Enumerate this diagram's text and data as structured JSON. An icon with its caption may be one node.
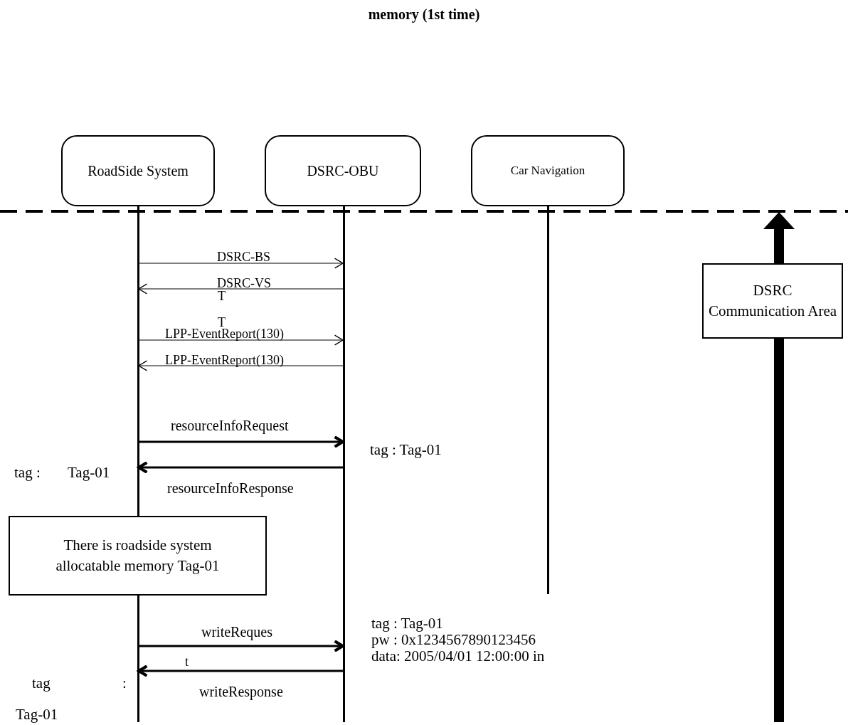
{
  "diagram": {
    "title": "memory (1st time)",
    "nodes": [
      {
        "text": [
          "RoadSide System"
        ]
      },
      {
        "text": [
          "DSRC-OBU"
        ]
      },
      {
        "text": [
          "Car Navigation"
        ]
      },
      {
        "text": [
          "There is roadside system allocatable memory Tag-01"
        ]
      },
      {
        "text": [
          "DSRC Communication Area"
        ]
      }
    ],
    "edges": [
      {
        "from": 0,
        "to": 1,
        "arrow": "to",
        "label": "DSRC-BS"
      },
      {
        "from": 1,
        "to": 0,
        "arrow": "to",
        "label": "DSRC-VS"
      },
      {
        "from": 0,
        "to": 1,
        "arrow": "to",
        "label": "LPP-EventReport(130)"
      },
      {
        "from": 1,
        "to": 0,
        "arrow": "to",
        "label": "LPP-EventReport(130)"
      },
      {
        "from": 0,
        "to": 1,
        "arrow": "to",
        "label": "resourceInfoRequest",
        "style": "thick"
      },
      {
        "from": 1,
        "to": 0,
        "arrow": "to",
        "label": "resourceInfoResponse",
        "style": "thick"
      },
      {
        "from": 0,
        "to": 1,
        "arrow": "to",
        "label": "writeReques",
        "style": "thick"
      },
      {
        "from": 1,
        "to": 0,
        "arrow": "to",
        "label": "writeResponse",
        "style": "thick"
      }
    ],
    "labels": [
      "T",
      "T",
      "tag : Tag-01",
      "tag :",
      "Tag-01",
      "tag : Tag-01",
      "pw : 0x1234567890123456",
      "data: 2005/04/01 12:00:00 in",
      "t",
      "tag",
      ":",
      "Tag-01"
    ]
  }
}
